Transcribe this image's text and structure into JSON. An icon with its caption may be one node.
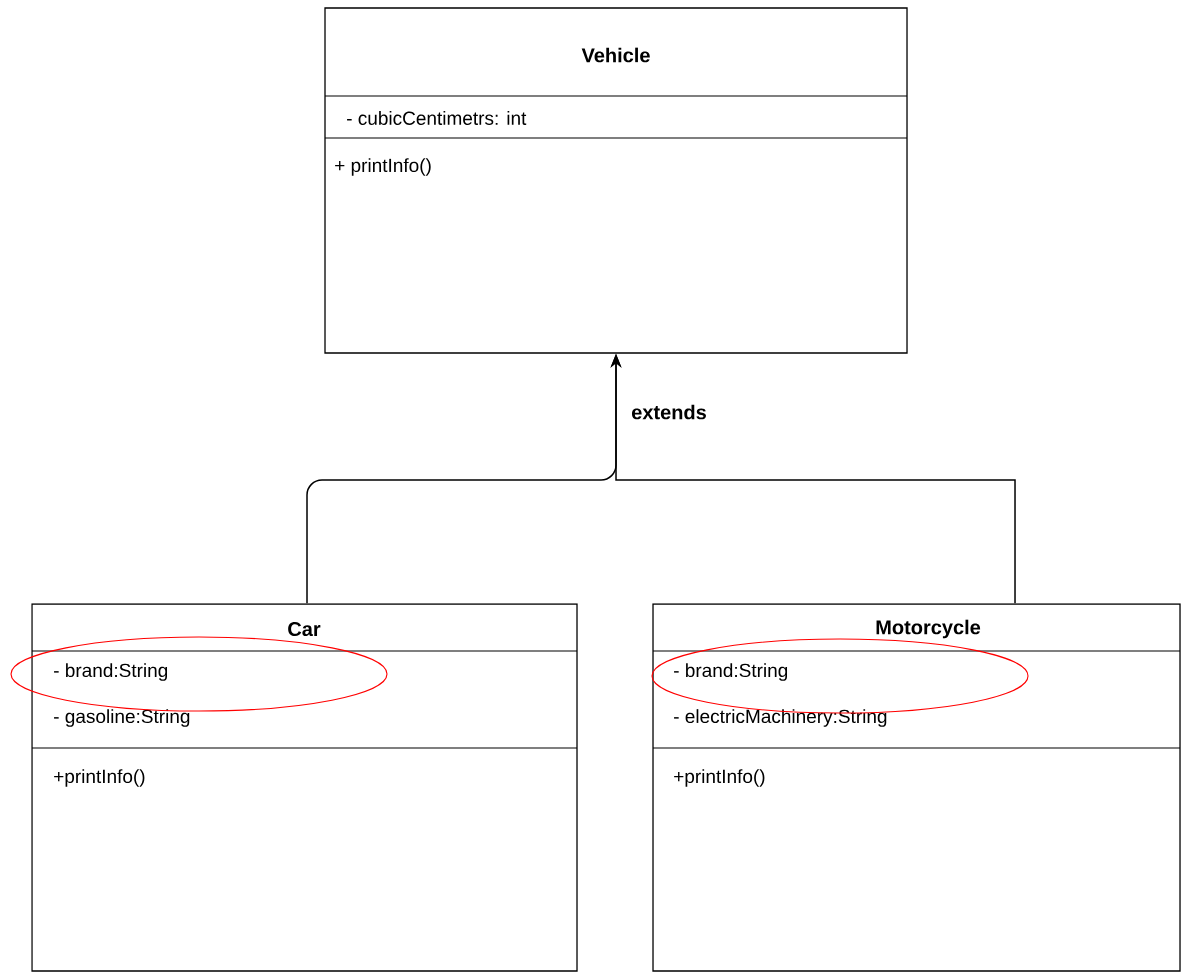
{
  "diagram": {
    "nodes": [
      {
        "text": [
          "Vehicle",
          "- cubicCentimetrs: int",
          "+ printInfo()"
        ]
      },
      {
        "text": [
          "Car",
          "- brand:String",
          "- gasoline:String",
          "+printInfo()"
        ]
      },
      {
        "text": [
          "Motorcycle",
          "- brand:String",
          "- electricMachinery:String",
          "+printInfo()"
        ]
      }
    ],
    "edges": [
      {
        "from": 1,
        "to": 0,
        "arrow": "to",
        "label": "extends"
      },
      {
        "from": 2,
        "to": 0,
        "arrow": "to"
      }
    ]
  }
}
